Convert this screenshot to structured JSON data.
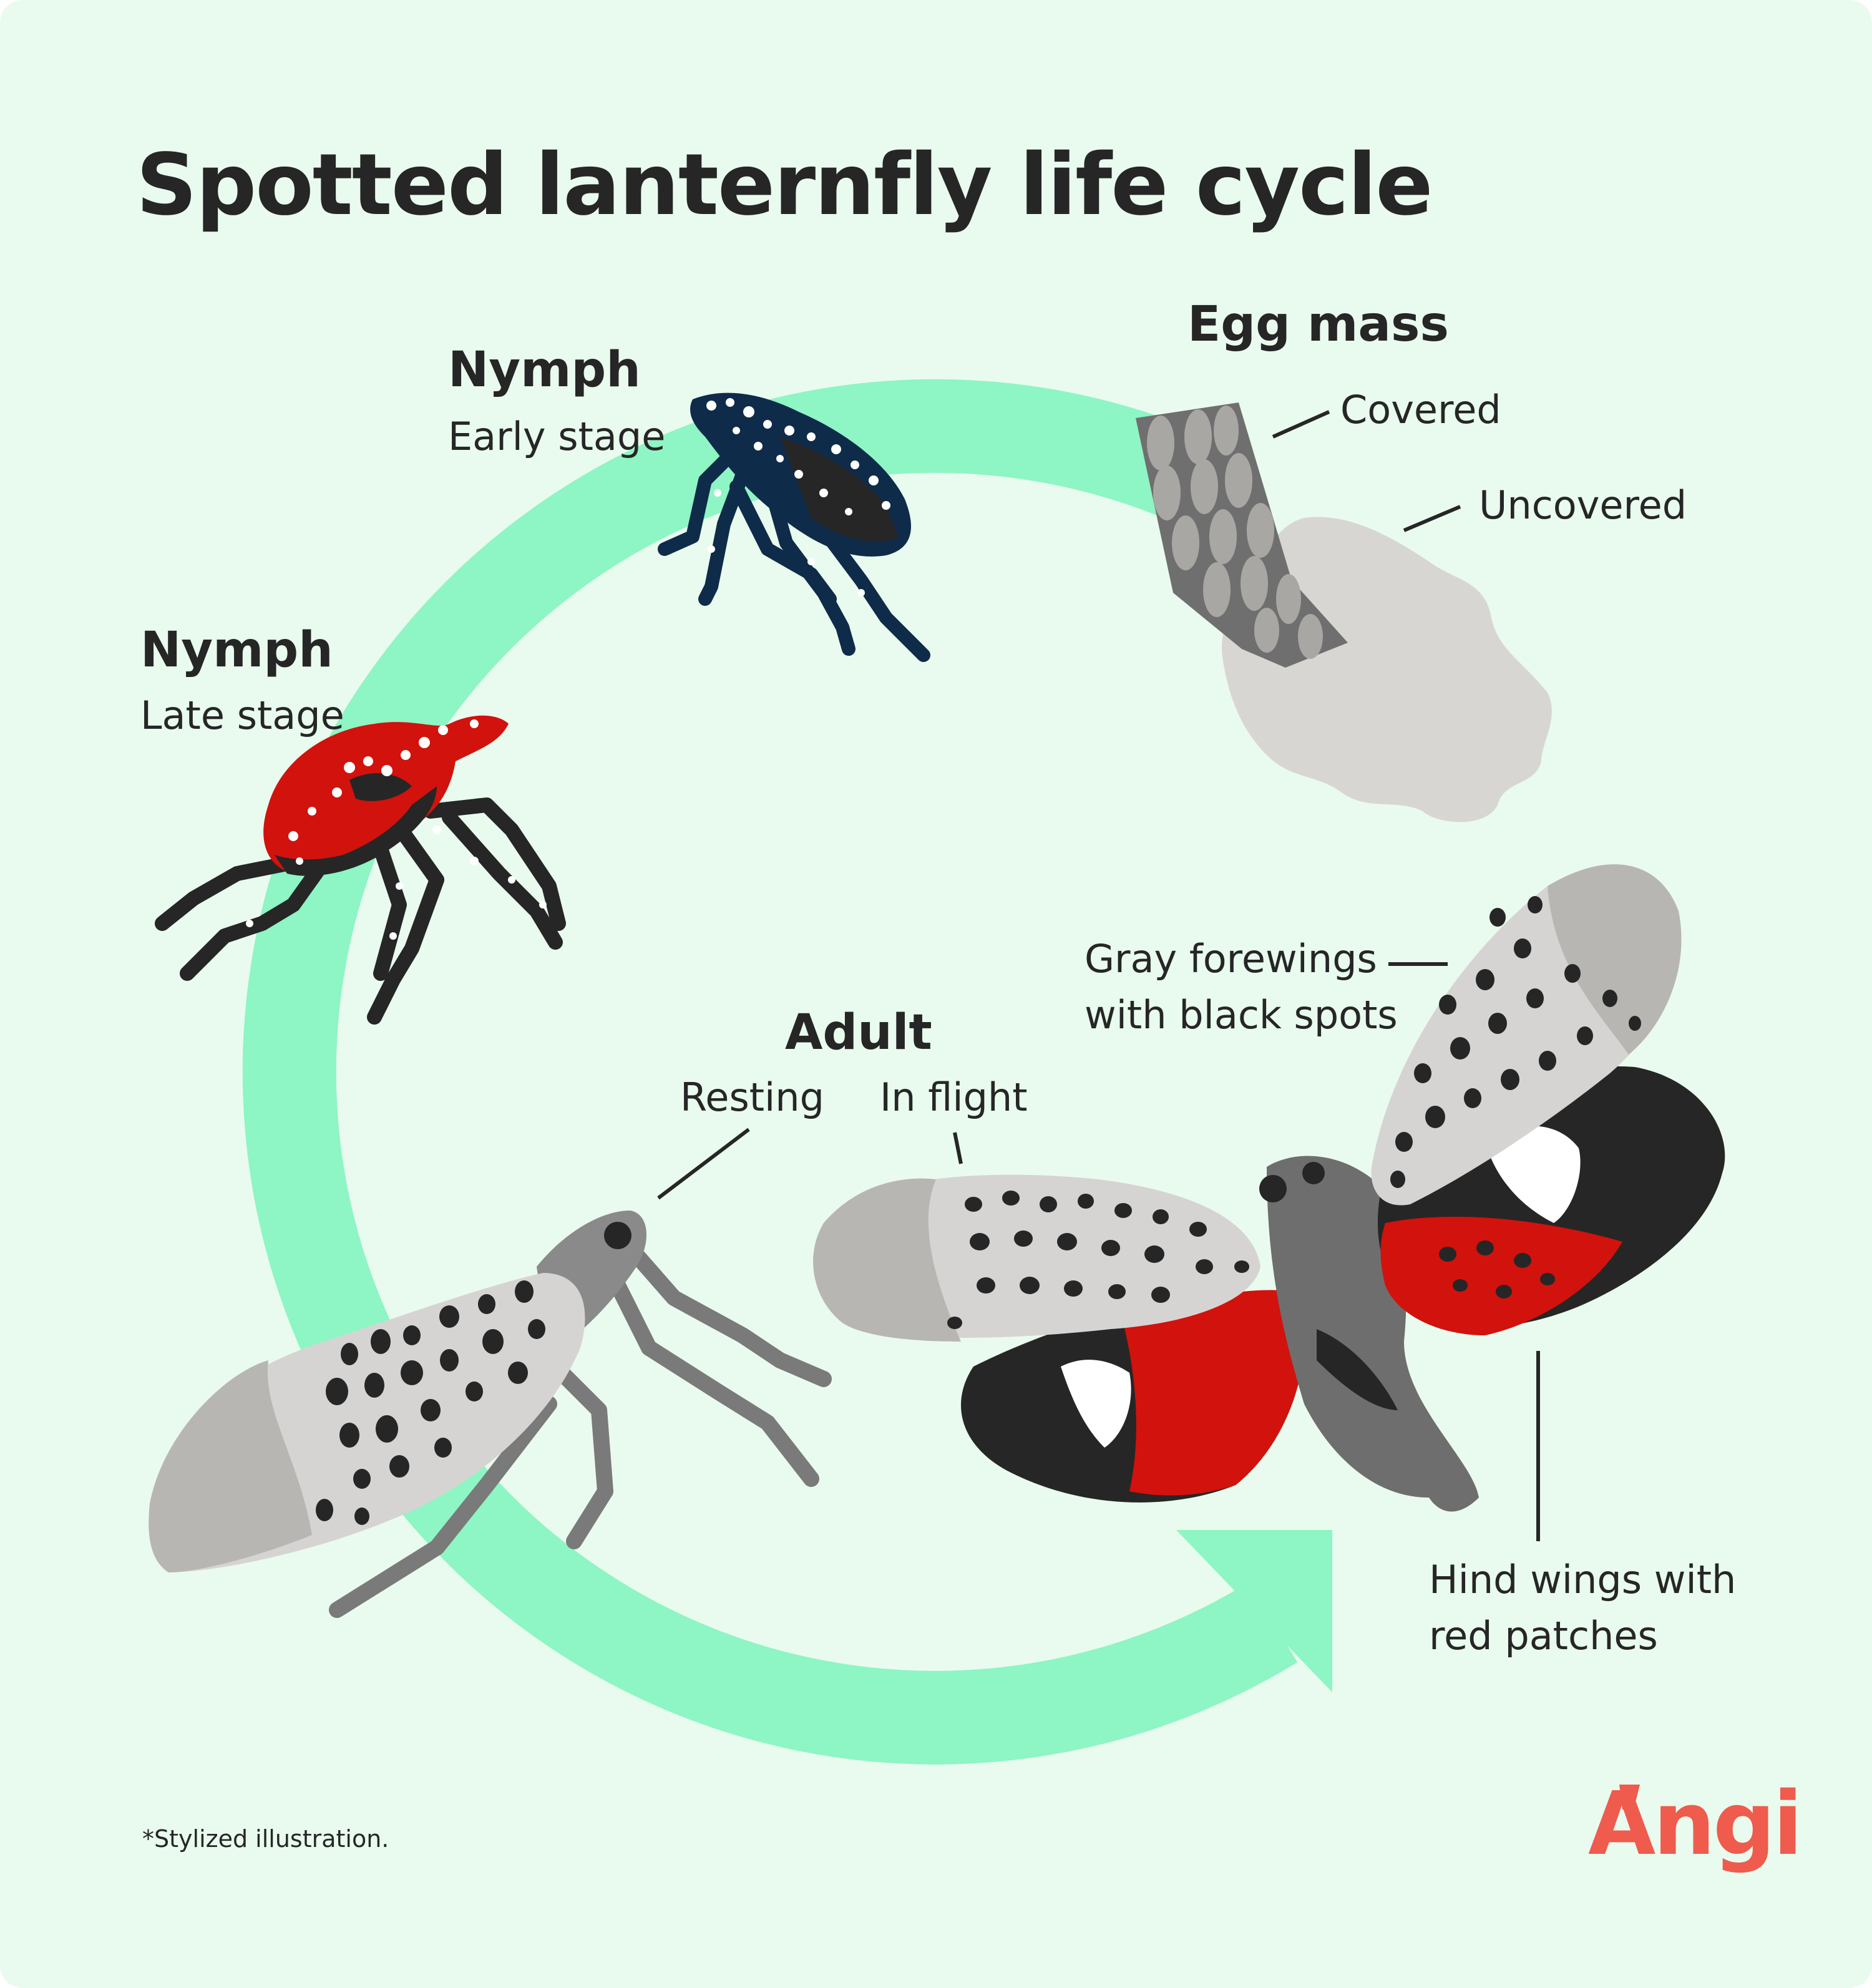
{
  "title": "Spotted lanternfly life cycle",
  "stages": {
    "nymph_early": {
      "name": "Nymph",
      "sub": "Early stage"
    },
    "nymph_late": {
      "name": "Nymph",
      "sub": "Late stage"
    },
    "egg_mass": {
      "name": "Egg mass",
      "covered": "Covered",
      "uncovered": "Uncovered"
    },
    "adult": {
      "name": "Adult",
      "resting": "Resting",
      "in_flight": "In flight"
    }
  },
  "annotations": {
    "forewings_line1": "Gray forewings",
    "forewings_line2": "with black spots",
    "hindwings_line1": "Hind wings with",
    "hindwings_line2": "red patches"
  },
  "footnote": "*Stylized illustration.",
  "brand": {
    "name": "Angi",
    "color": "#ef5b4c"
  },
  "colors": {
    "background": "#e9fbee",
    "arrow": "#8ef5c4",
    "text": "#262626",
    "red": "#d2120d",
    "navy": "#0f2b4a",
    "gray_light": "#d6d4d2",
    "gray_mid": "#b8b6b3",
    "gray_dark": "#6e6e6e",
    "black": "#262626"
  }
}
